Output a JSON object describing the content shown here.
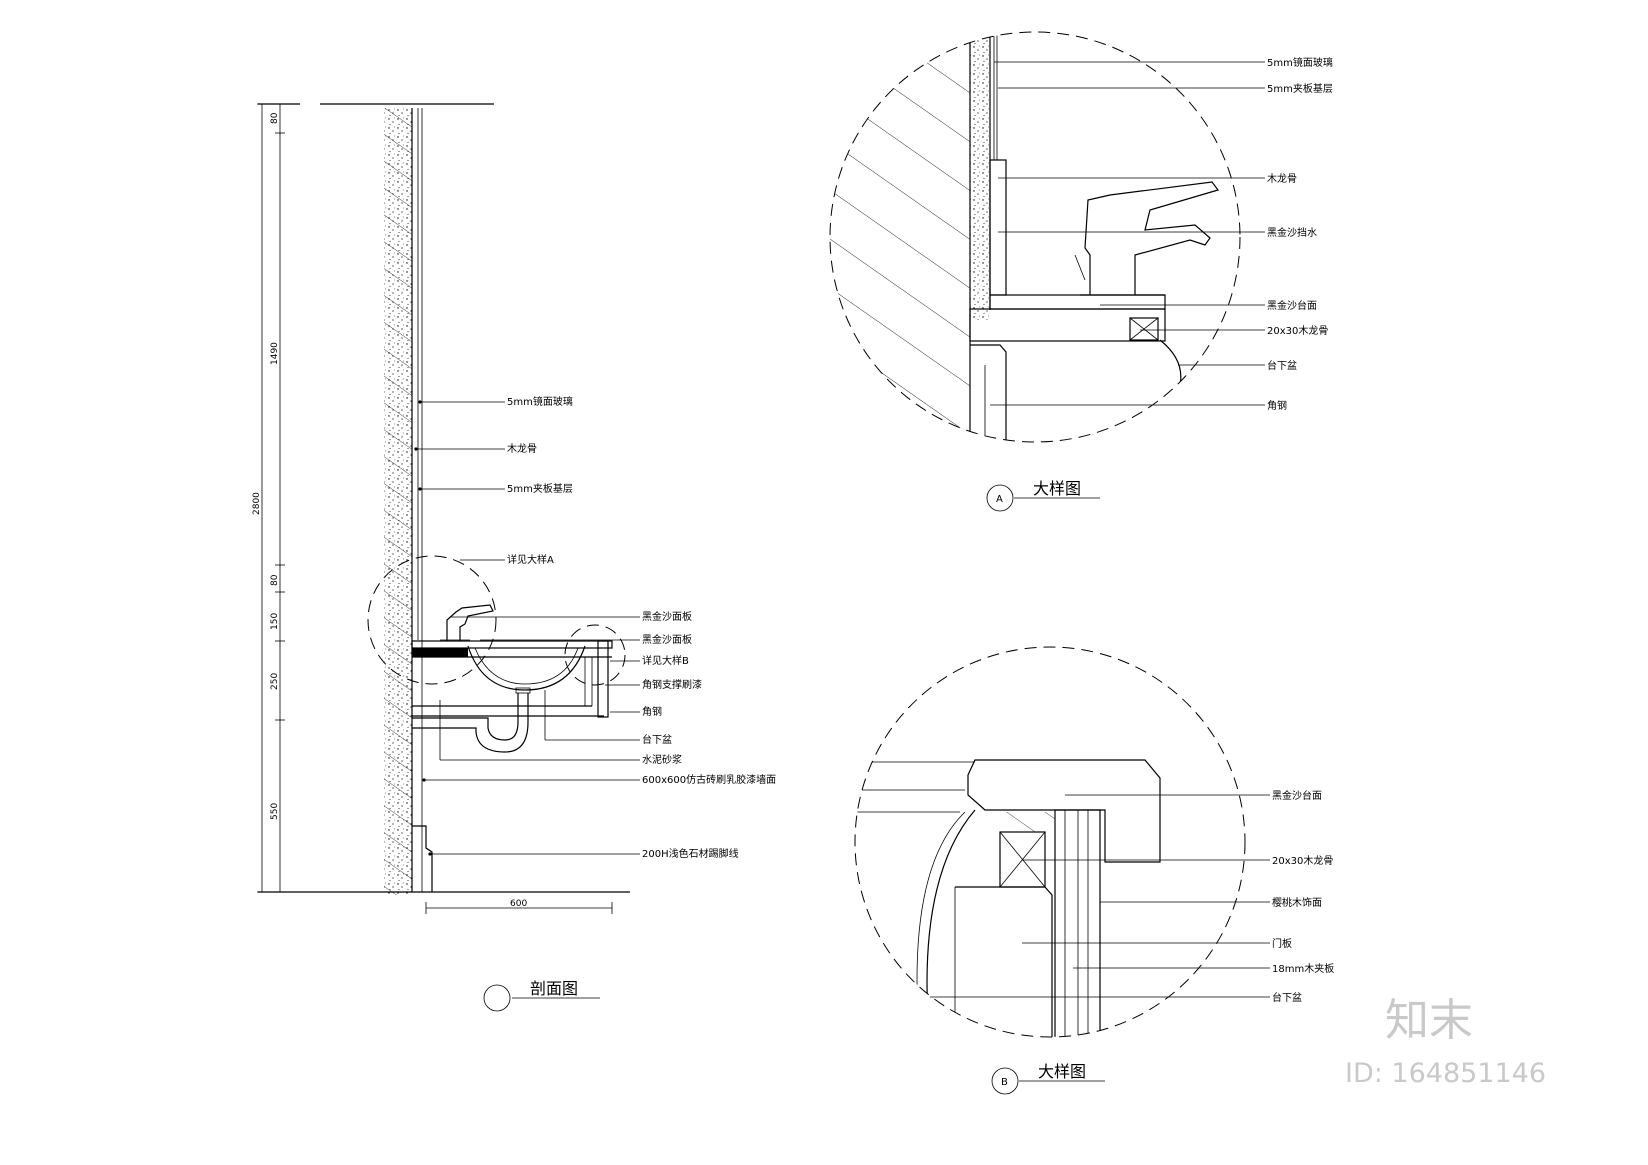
{
  "section": {
    "title": "剖面图",
    "dimensions_vertical": [
      "80",
      "1490",
      "2800",
      "80",
      "150",
      "250",
      "550"
    ],
    "dimension_horizontal": "600",
    "labels": [
      "5mm镜面玻璃",
      "木龙骨",
      "5mm夹板基层",
      "详见大样A",
      "黑金沙面板",
      "黑金沙面板",
      "详见大样B",
      "角钢支撑刷漆",
      "角钢",
      "台下盆",
      "水泥砂浆",
      "600x600仿古砖刷乳胶漆墙面",
      "200H浅色石材踢脚线"
    ]
  },
  "detail_a": {
    "tag": "A",
    "title": "大样图",
    "labels": [
      "5mm镜面玻璃",
      "5mm夹板基层",
      "木龙骨",
      "黑金沙挡水",
      "黑金沙台面",
      "20x30木龙骨",
      "台下盆",
      "角钢"
    ]
  },
  "detail_b": {
    "tag": "B",
    "title": "大样图",
    "labels": [
      "黑金沙台面",
      "20x30木龙骨",
      "樱桃木饰面",
      "门板",
      "18mm木夹板",
      "台下盆"
    ]
  },
  "watermark": {
    "brand": "知末",
    "id": "ID: 164851146"
  }
}
